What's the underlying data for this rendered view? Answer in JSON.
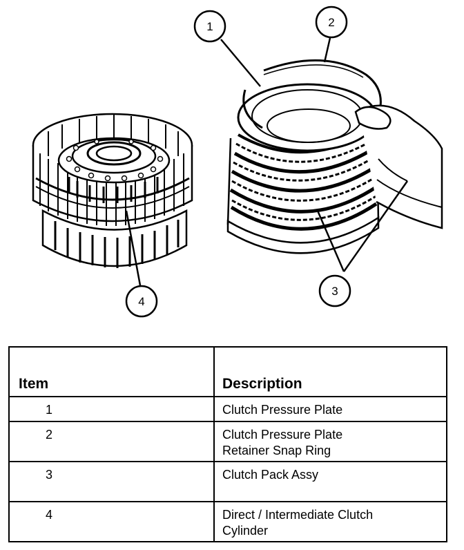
{
  "callouts": [
    "1",
    "2",
    "3",
    "4"
  ],
  "table": {
    "headers": {
      "item": "Item",
      "description": "Description"
    },
    "rows": [
      {
        "item": "1",
        "description": [
          "Clutch Pressure Plate"
        ]
      },
      {
        "item": "2",
        "description": [
          "Clutch Pressure Plate",
          "Retainer Snap Ring"
        ]
      },
      {
        "item": "3",
        "description": [
          "Clutch Pack Assy"
        ]
      },
      {
        "item": "4",
        "description": [
          "Direct / Intermediate Clutch",
          "Cylinder"
        ]
      }
    ]
  }
}
